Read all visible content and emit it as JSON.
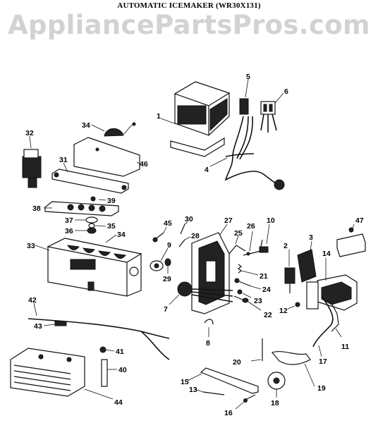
{
  "header": {
    "title": "AUTOMATIC ICEMAKER (WR30X131)",
    "watermark": "AppliancePartsPros.com"
  },
  "callouts": [
    {
      "id": "c1",
      "text": "1"
    },
    {
      "id": "c2",
      "text": "2"
    },
    {
      "id": "c3",
      "text": "3"
    },
    {
      "id": "c4",
      "text": "4"
    },
    {
      "id": "c5",
      "text": "5"
    },
    {
      "id": "c6",
      "text": "6"
    },
    {
      "id": "c7",
      "text": "7"
    },
    {
      "id": "c8",
      "text": "8"
    },
    {
      "id": "c9",
      "text": "9"
    },
    {
      "id": "c10",
      "text": "10"
    },
    {
      "id": "c11",
      "text": "11"
    },
    {
      "id": "c12",
      "text": "12"
    },
    {
      "id": "c13",
      "text": "13"
    },
    {
      "id": "c14",
      "text": "14"
    },
    {
      "id": "c15",
      "text": "15"
    },
    {
      "id": "c16",
      "text": "16"
    },
    {
      "id": "c17",
      "text": "17"
    },
    {
      "id": "c18",
      "text": "18"
    },
    {
      "id": "c19",
      "text": "19"
    },
    {
      "id": "c20",
      "text": "20"
    },
    {
      "id": "c21",
      "text": "21"
    },
    {
      "id": "c22",
      "text": "22"
    },
    {
      "id": "c23",
      "text": "23"
    },
    {
      "id": "c24",
      "text": "24"
    },
    {
      "id": "c25",
      "text": "25"
    },
    {
      "id": "c26",
      "text": "26"
    },
    {
      "id": "c27",
      "text": "27"
    },
    {
      "id": "c28",
      "text": "28"
    },
    {
      "id": "c29",
      "text": "29"
    },
    {
      "id": "c30",
      "text": "30"
    },
    {
      "id": "c31",
      "text": "31"
    },
    {
      "id": "c32",
      "text": "32"
    },
    {
      "id": "c33",
      "text": "33"
    },
    {
      "id": "c34a",
      "text": "34"
    },
    {
      "id": "c34b",
      "text": "34"
    },
    {
      "id": "c35",
      "text": "35"
    },
    {
      "id": "c36",
      "text": "36"
    },
    {
      "id": "c37",
      "text": "37"
    },
    {
      "id": "c38",
      "text": "38"
    },
    {
      "id": "c39",
      "text": "39"
    },
    {
      "id": "c40",
      "text": "40"
    },
    {
      "id": "c41",
      "text": "41"
    },
    {
      "id": "c42",
      "text": "42"
    },
    {
      "id": "c43",
      "text": "43"
    },
    {
      "id": "c44",
      "text": "44"
    },
    {
      "id": "c45",
      "text": "45"
    },
    {
      "id": "c46",
      "text": "46"
    },
    {
      "id": "c47",
      "text": "47"
    }
  ]
}
